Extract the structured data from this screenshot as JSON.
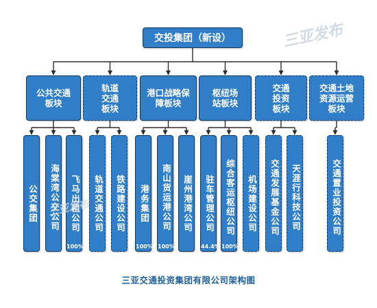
{
  "title_box": "交投集团（新设）",
  "sectors": [
    {
      "label": "公共交通\n板块",
      "style": "solid"
    },
    {
      "label": "轨道\n交通\n板块",
      "style": "dashed"
    },
    {
      "label": "港口战略保\n障板块",
      "style": "solid"
    },
    {
      "label": "枢纽场\n站板块",
      "style": "solid"
    },
    {
      "label": "交通\n投资\n板块",
      "style": "dashed"
    },
    {
      "label": "交通土地\n资源运营\n板块",
      "style": "dashed"
    }
  ],
  "companies": [
    {
      "name": "公交集团",
      "sector": 0,
      "pct": "",
      "style": "solid"
    },
    {
      "name": "海棠湾公交公司",
      "sector": 0,
      "pct": "",
      "style": "solid"
    },
    {
      "name": "飞马出租公司",
      "sector": 0,
      "pct": "100%",
      "style": "solid"
    },
    {
      "name": "轨道交通公司",
      "sector": 1,
      "pct": "",
      "style": "dashed"
    },
    {
      "name": "铁路建设公司",
      "sector": 1,
      "pct": "",
      "style": "dashed"
    },
    {
      "name": "港务集团",
      "sector": 2,
      "pct": "100%",
      "style": "solid"
    },
    {
      "name": "南山货运港公司",
      "sector": 2,
      "pct": "100%",
      "style": "solid"
    },
    {
      "name": "崖州港湾公司",
      "sector": 2,
      "pct": "",
      "style": "solid"
    },
    {
      "name": "驻车管理公司",
      "sector": 3,
      "pct": "44.4%",
      "style": "solid"
    },
    {
      "name": "综合客运枢纽公司",
      "sector": 3,
      "pct": "100%",
      "style": "solid"
    },
    {
      "name": "机场建设公司",
      "sector": 3,
      "pct": "",
      "style": "dashed"
    },
    {
      "name": "交通发展基金公司",
      "sector": 4,
      "pct": "",
      "style": "dashed"
    },
    {
      "name": "天涯行科技公司",
      "sector": 4,
      "pct": "",
      "style": "dashed"
    },
    {
      "name": "交通置业投资公司",
      "sector": 5,
      "pct": "",
      "style": "dashed"
    }
  ],
  "caption": "三亚交通投资集团有限公司架构图",
  "watermark": "三亚发布",
  "colors": {
    "box_fill": "#2f7ec7",
    "box_border": "#15385a",
    "caption": "#1f5f9a",
    "connector": "#2b2b2b"
  }
}
